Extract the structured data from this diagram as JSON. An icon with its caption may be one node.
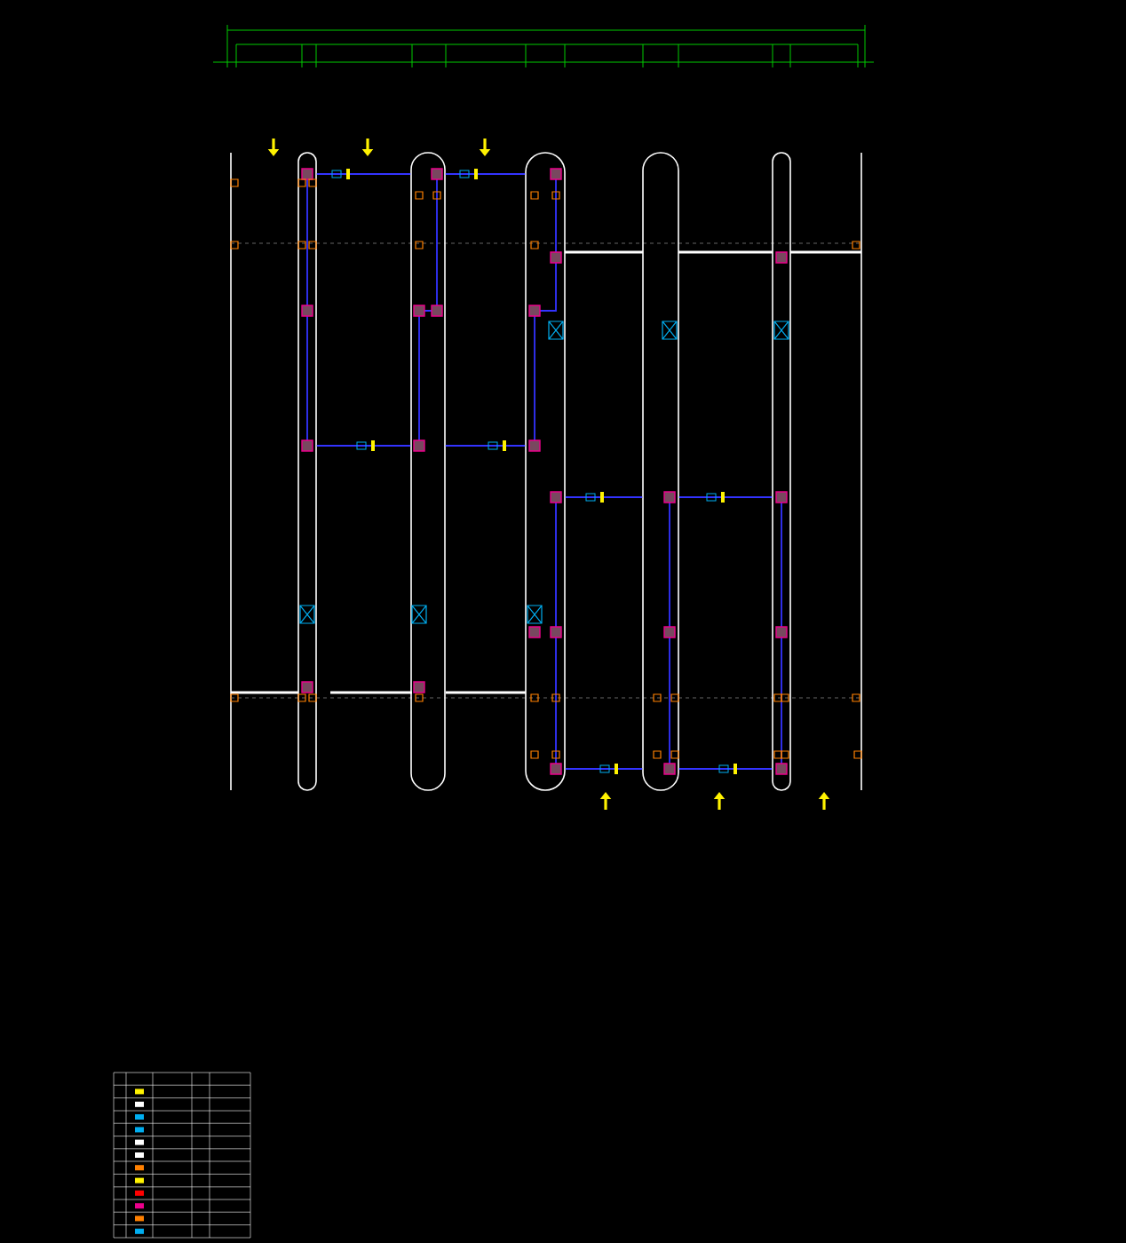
{
  "diagram": {
    "nodes": [
      {
        "text": [],
        "shape": "bar"
      },
      {
        "text": [],
        "shape": "bar"
      },
      {
        "text": [],
        "shape": "bar"
      },
      {
        "text": [],
        "shape": "bar"
      },
      {
        "text": [],
        "shape": "bar"
      }
    ],
    "edges": [
      {
        "from": 0,
        "to": 1,
        "arrow": "none"
      },
      {
        "from": 1,
        "to": 2,
        "arrow": "none"
      },
      {
        "from": 0,
        "to": 1,
        "arrow": "none"
      },
      {
        "from": 1,
        "to": 2,
        "arrow": "none"
      },
      {
        "from": 2,
        "to": 3,
        "arrow": "none"
      },
      {
        "from": 3,
        "to": 4,
        "arrow": "none"
      },
      {
        "from": 2,
        "to": 3,
        "arrow": "none"
      },
      {
        "from": 3,
        "to": 4,
        "arrow": "none"
      }
    ]
  }
}
